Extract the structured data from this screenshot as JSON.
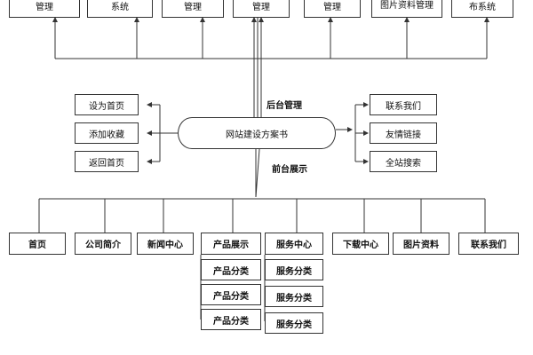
{
  "backend": {
    "modules": [
      "管理",
      "系统",
      "管理",
      "管理",
      "管理",
      "图片资料管理",
      "布系统"
    ]
  },
  "labels": {
    "backend_title": "后台管理",
    "frontend_title": "前台展示"
  },
  "center": {
    "title": "网站建设方案书"
  },
  "left_links": [
    "设为首页",
    "添加收藏",
    "返回首页"
  ],
  "right_links": [
    "联系我们",
    "友情链接",
    "全站搜索"
  ],
  "front_nav": [
    "首页",
    "公司简介",
    "新闻中心",
    "产品展示",
    "服务中心",
    "下载中心",
    "图片资料",
    "联系我们"
  ],
  "product_categories": [
    "产品分类",
    "产品分类",
    "产品分类"
  ],
  "service_categories": [
    "服务分类",
    "服务分类",
    "服务分类"
  ]
}
